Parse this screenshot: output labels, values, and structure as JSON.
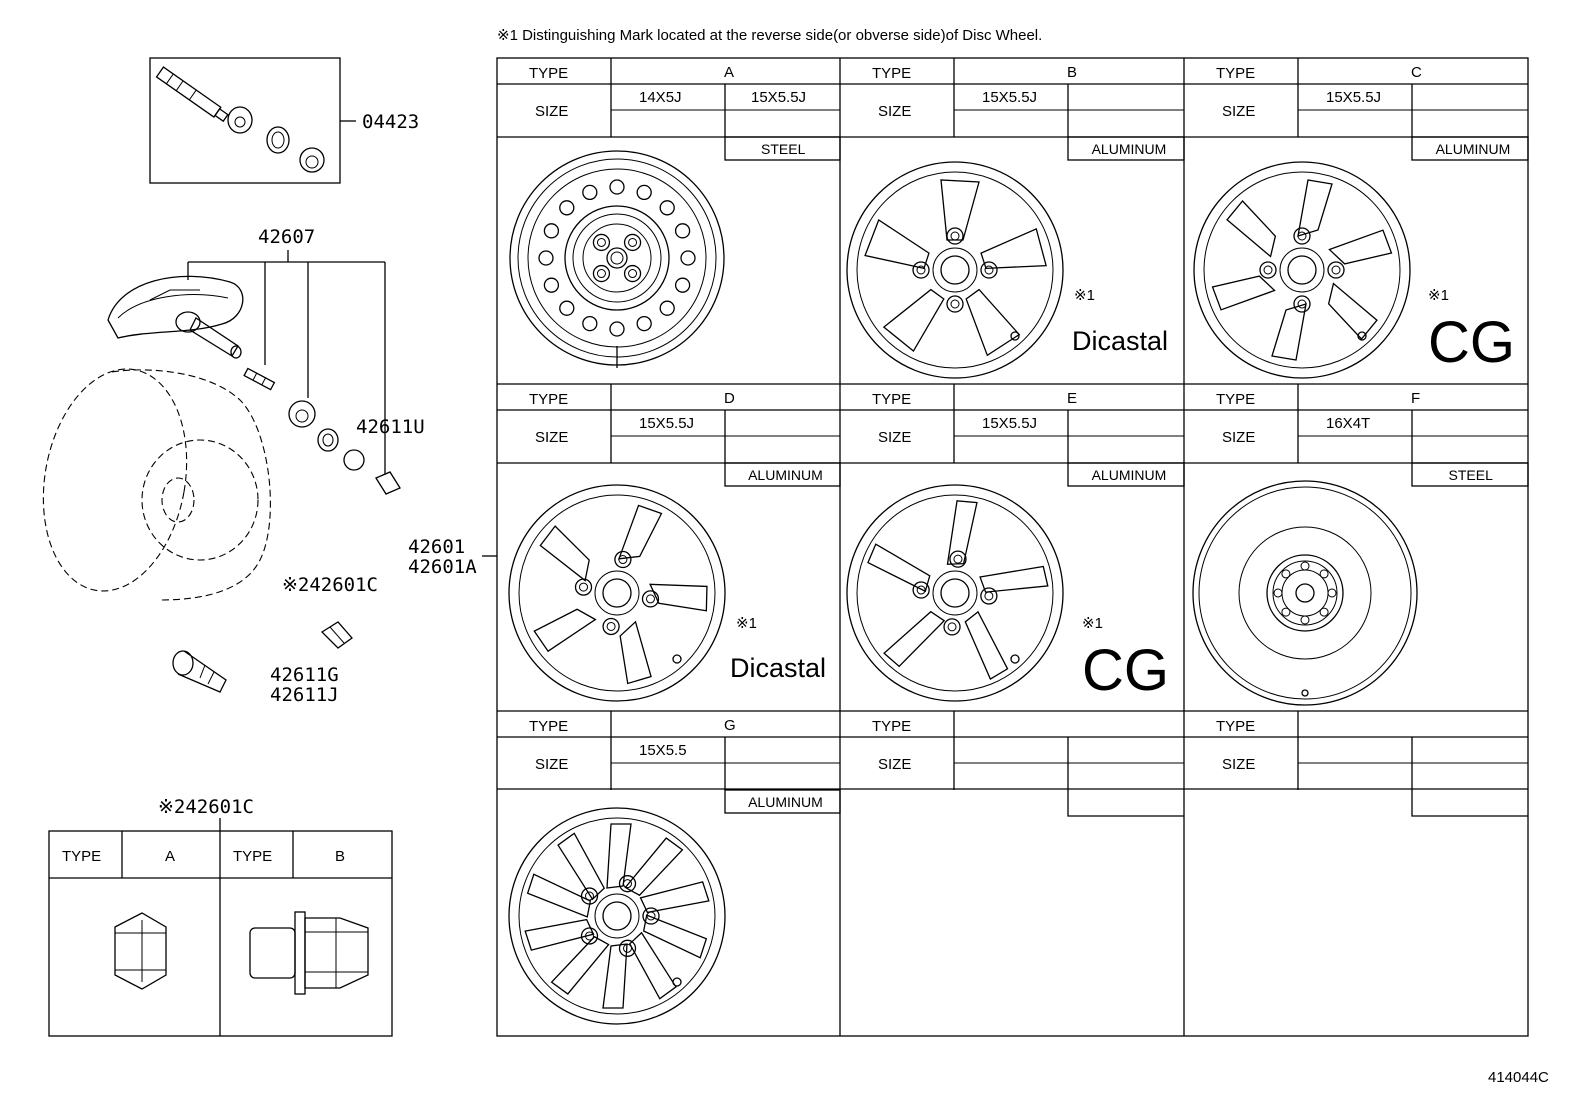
{
  "note": "※1 Distinguishing Mark located at the reverse side(or obverse side)of Disc Wheel.",
  "diagram_id": "414044C",
  "part_numbers": {
    "valve_kit": "04423",
    "sensor": "42607",
    "cap": "42611U",
    "wheel_1": "42601",
    "wheel_2": "42601A",
    "nut_callout": "※242601C",
    "valve_1": "42611G",
    "valve_2": "42611J"
  },
  "labels": {
    "type": "TYPE",
    "size": "SIZE"
  },
  "marks": {
    "dicastal": "Dicastal",
    "cg": "CG",
    "ref1": "※1"
  },
  "wheel_types": [
    {
      "type": "A",
      "sizes": [
        "14X5J",
        "15X5.5J"
      ],
      "material": "STEEL",
      "mark": ""
    },
    {
      "type": "B",
      "sizes": [
        "15X5.5J"
      ],
      "material": "ALUMINUM",
      "mark": "Dicastal"
    },
    {
      "type": "C",
      "sizes": [
        "15X5.5J"
      ],
      "material": "ALUMINUM",
      "mark": "CG"
    },
    {
      "type": "D",
      "sizes": [
        "15X5.5J"
      ],
      "material": "ALUMINUM",
      "mark": "Dicastal"
    },
    {
      "type": "E",
      "sizes": [
        "15X5.5J"
      ],
      "material": "ALUMINUM",
      "mark": "CG"
    },
    {
      "type": "F",
      "sizes": [
        "16X4T"
      ],
      "material": "STEEL",
      "mark": ""
    },
    {
      "type": "G",
      "sizes": [
        "15X5.5"
      ],
      "material": "ALUMINUM",
      "mark": ""
    }
  ],
  "nut_types": [
    {
      "type": "A"
    },
    {
      "type": "B"
    }
  ]
}
